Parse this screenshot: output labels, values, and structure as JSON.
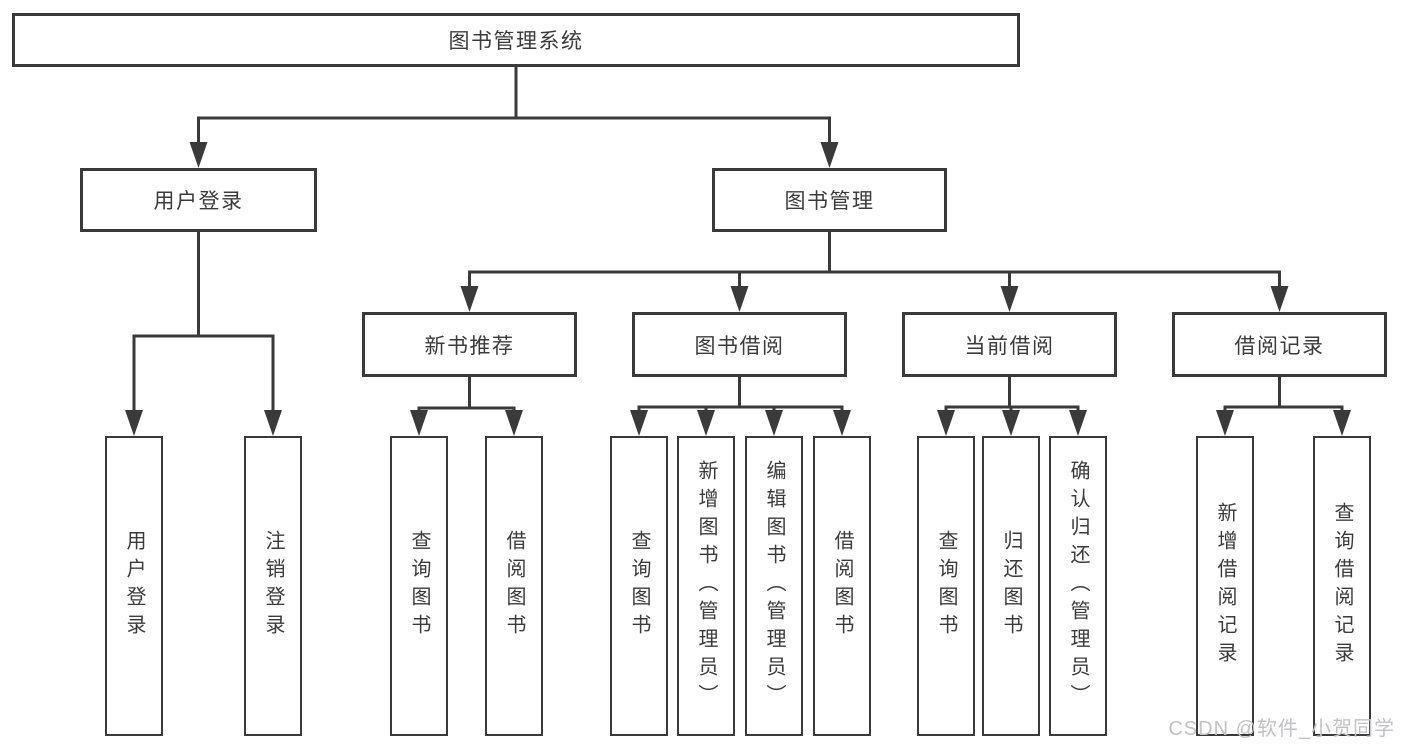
{
  "colors": {
    "line": "#3a3a3a",
    "text": "#3b3b3b",
    "background": "#ffffff",
    "watermark": "#c2c2c4"
  },
  "watermark": "CSDN @软件_小贺同学",
  "tree": {
    "label": "图书管理系统",
    "children": [
      {
        "label": "用户登录",
        "children": [
          {
            "label": "用户登录"
          },
          {
            "label": "注销登录"
          }
        ]
      },
      {
        "label": "图书管理",
        "children": [
          {
            "label": "新书推荐",
            "children": [
              {
                "label": "查询图书"
              },
              {
                "label": "借阅图书"
              }
            ]
          },
          {
            "label": "图书借阅",
            "children": [
              {
                "label": "查询图书"
              },
              {
                "label": "新增图书（管理员）"
              },
              {
                "label": "编辑图书（管理员）"
              },
              {
                "label": "借阅图书"
              }
            ]
          },
          {
            "label": "当前借阅",
            "children": [
              {
                "label": "查询图书"
              },
              {
                "label": "归还图书"
              },
              {
                "label": "确认归还（管理员）"
              }
            ]
          },
          {
            "label": "借阅记录",
            "children": [
              {
                "label": "新增借阅记录"
              },
              {
                "label": "查询借阅记录"
              }
            ]
          }
        ]
      }
    ]
  }
}
